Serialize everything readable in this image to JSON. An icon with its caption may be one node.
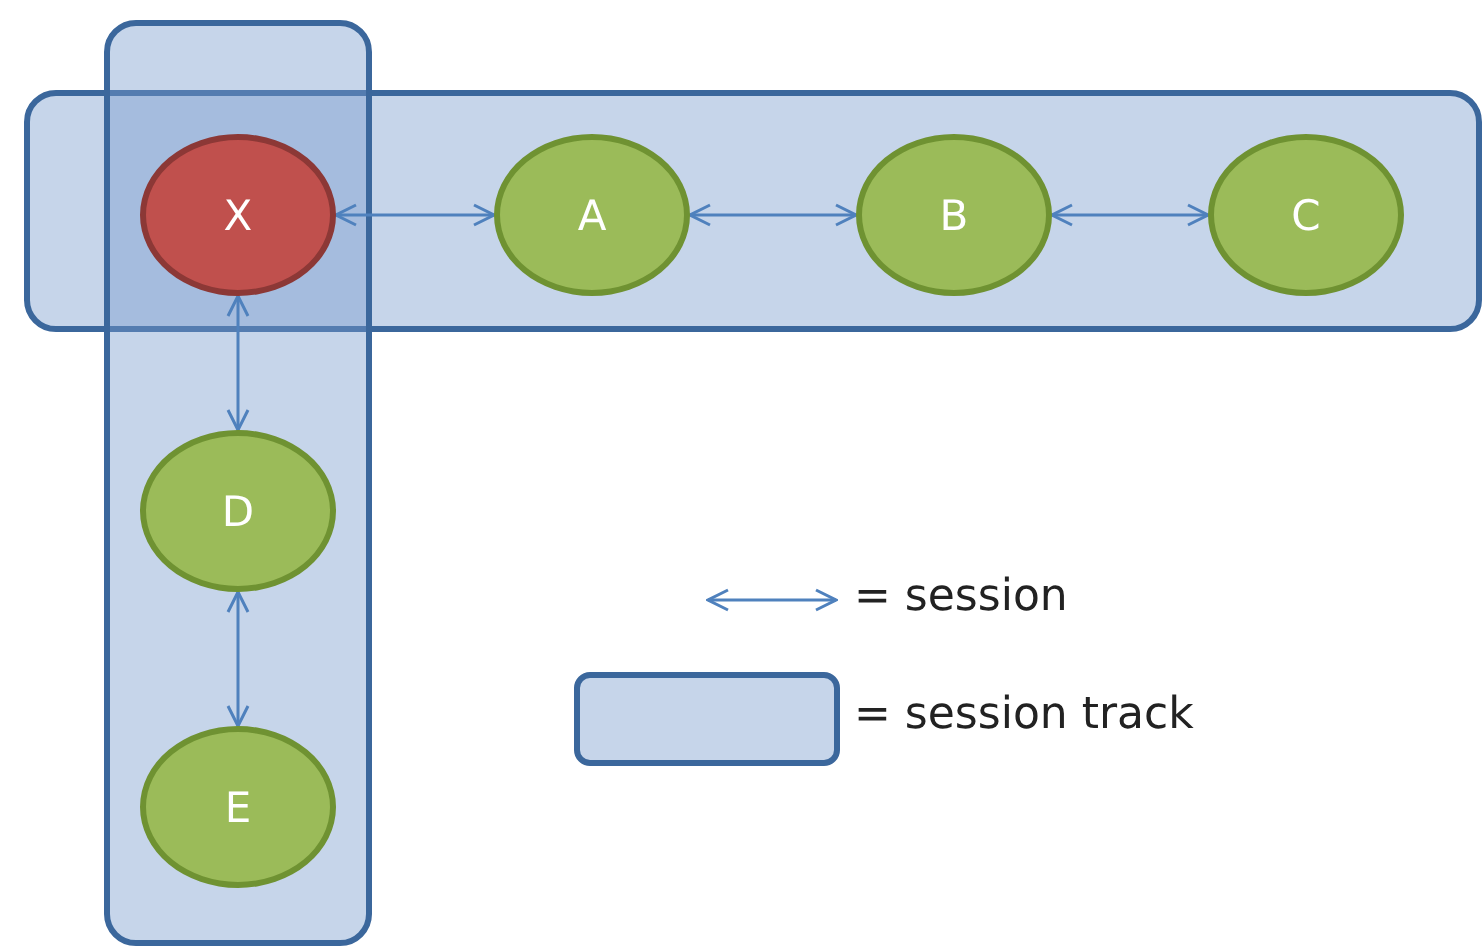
{
  "diagram": {
    "nodes": [
      {
        "text": [],
        "shape": "box"
      },
      {
        "text": [],
        "shape": "box"
      },
      {
        "text": [
          "X"
        ]
      },
      {
        "text": [
          "A"
        ],
        "in": 0
      },
      {
        "text": [
          "B"
        ],
        "in": 0
      },
      {
        "text": [
          "C"
        ],
        "in": 0
      },
      {
        "text": [
          "D"
        ],
        "in": 1
      },
      {
        "text": [
          "E"
        ],
        "in": 1
      }
    ],
    "edges": [
      {
        "from": 2,
        "to": 3,
        "arrow": "both"
      },
      {
        "from": 3,
        "to": 4,
        "arrow": "both"
      },
      {
        "from": 4,
        "to": 5,
        "arrow": "both"
      },
      {
        "from": 2,
        "to": 6,
        "arrow": "both"
      },
      {
        "from": 6,
        "to": 7,
        "arrow": "both"
      }
    ],
    "legend": [
      {
        "text": "= session"
      },
      {
        "text": "= session track"
      }
    ]
  }
}
